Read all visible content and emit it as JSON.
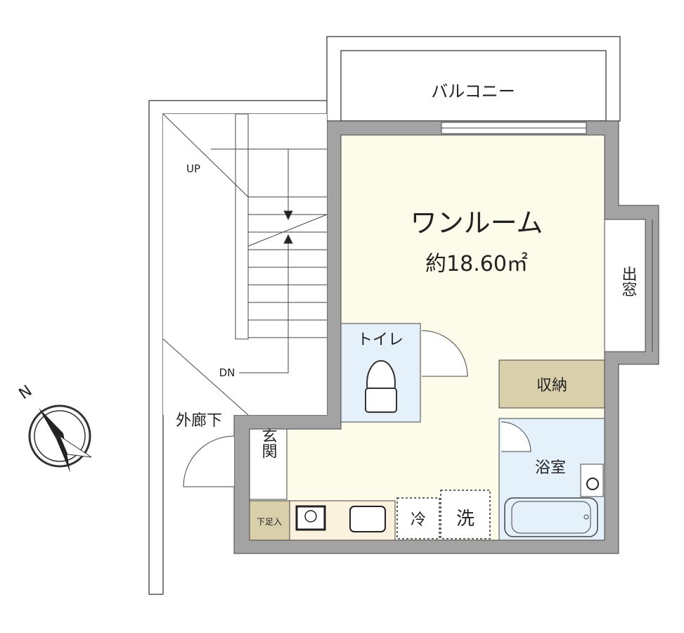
{
  "title": "1R floor plan",
  "rooms": {
    "balcony": "バルコニー",
    "main_room": "ワンルーム",
    "main_room_area": "約18.60㎡",
    "bay_window": "出窓",
    "toilet": "トイレ",
    "storage": "収納",
    "bathroom": "浴室",
    "entrance": "玄関",
    "shoe_cabinet": "下足入",
    "refrigerator": "冷",
    "washer": "洗",
    "outer_corridor": "外廊下"
  },
  "stairs": {
    "up": "UP",
    "down": "DN"
  },
  "compass": {
    "north": "N"
  },
  "colors": {
    "wall": "#a3a3a3",
    "room_floor": "#fdfbe9",
    "wet_area": "#e4f0fa",
    "storage": "#d9d0ab",
    "kitchen": "#fbf1df"
  }
}
